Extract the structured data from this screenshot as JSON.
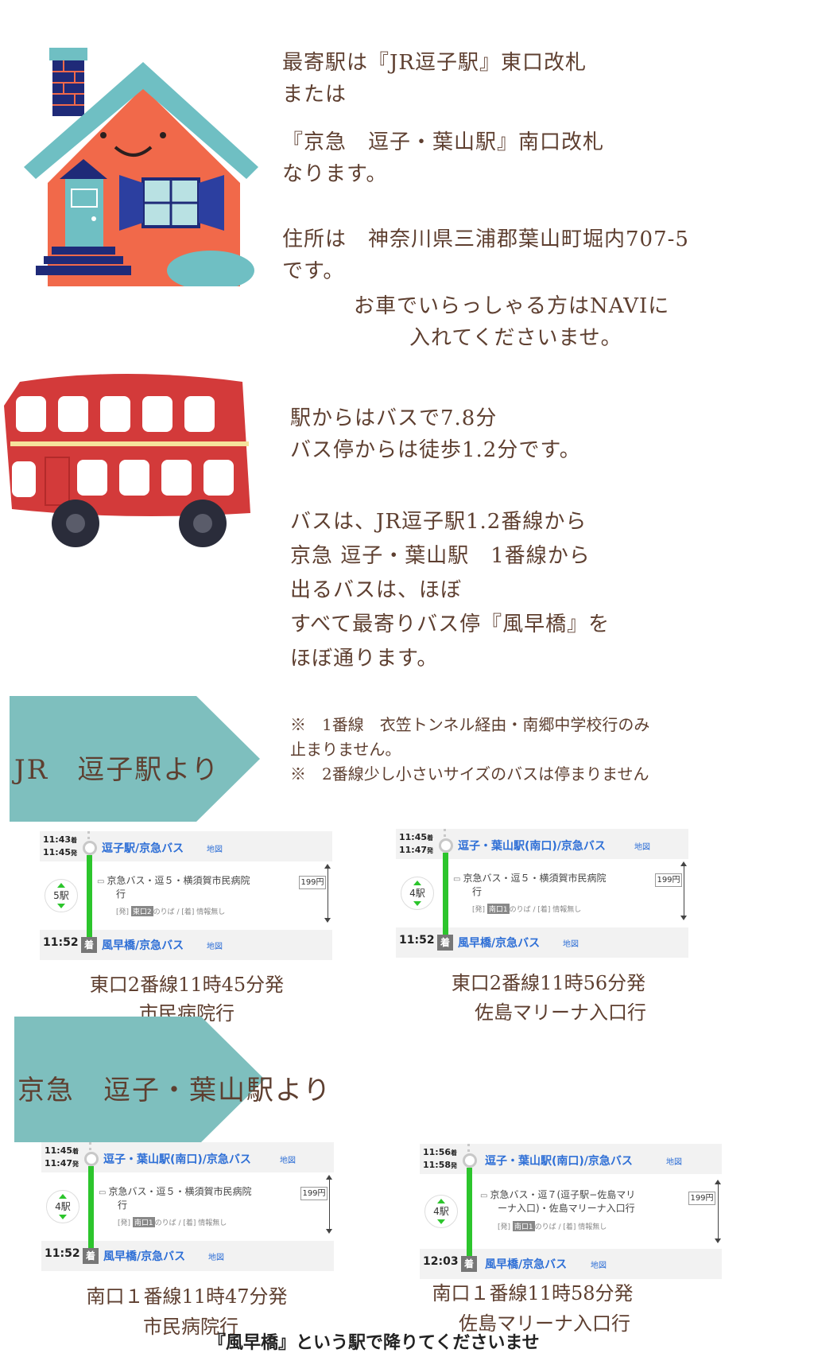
{
  "colors": {
    "banner": "#7ebfbe",
    "text": "#5e3f30",
    "bus_red": "#d33a3a",
    "house_orange": "#f1694a",
    "roof_teal": "#6fbfc3"
  },
  "intro": {
    "line1": "最寄駅は『JR逗子駅』東口改札",
    "line2": "または",
    "line3": "『京急　逗子・葉山駅』南口改札",
    "line4": "なります。",
    "line5": "住所は　神奈川県三浦郡葉山町堀内707-5",
    "line6": "です。",
    "line7": "お車でいらっしゃる方はNAVIに",
    "line8": "入れてくださいませ。"
  },
  "bus_info": {
    "line1": "駅からはバスで7.8分",
    "line2": "バス停からは徒歩1.2分です。",
    "line3": "バスは、JR逗子駅1.2番線から",
    "line4": "京急 逗子・葉山駅　1番線から",
    "line5": "出るバスは、ほぼ",
    "line6": "すべて最寄りバス停『風早橋』を",
    "line7": "ほぼ通ります。"
  },
  "notes": {
    "line1": "※　1番線　衣笠トンネル経由・南郷中学校行のみ",
    "line2": "止まりません。",
    "line3": "※　2番線少し小さいサイズのバスは停まりません"
  },
  "banner_jr": "JR　逗子駅より",
  "banner_keikyu": "京急　逗子・葉山駅より",
  "cards": [
    {
      "arr_time": "11:43",
      "arr_suffix": "着",
      "dep_time": "11:45",
      "dep_suffix": "発",
      "from": "逗子駅/京急バス",
      "map": "地図",
      "bus_line1": "京急バス・逗５・横須賀市民病院",
      "bus_line2": "行",
      "sub_pre": "[発]",
      "sub_tag": "東口2",
      "sub_post": "のりば / [着] 情報無し",
      "stops": "5駅",
      "fare": "199円",
      "end_time": "11:52",
      "end_mark": "着",
      "to": "風早橋/京急バス",
      "to_map": "地図"
    },
    {
      "arr_time": "11:45",
      "arr_suffix": "着",
      "dep_time": "11:47",
      "dep_suffix": "発",
      "from": "逗子・葉山駅(南口)/京急バス",
      "map": "地図",
      "bus_line1": "京急バス・逗５・横須賀市民病院",
      "bus_line2": "行",
      "sub_pre": "[発]",
      "sub_tag": "南口1",
      "sub_post": "のりば / [着] 情報無し",
      "stops": "4駅",
      "fare": "199円",
      "end_time": "11:52",
      "end_mark": "着",
      "to": "風早橋/京急バス",
      "to_map": "地図"
    },
    {
      "arr_time": "11:45",
      "arr_suffix": "着",
      "dep_time": "11:47",
      "dep_suffix": "発",
      "from": "逗子・葉山駅(南口)/京急バス",
      "map": "地図",
      "bus_line1": "京急バス・逗５・横須賀市民病院",
      "bus_line2": "行",
      "sub_pre": "[発]",
      "sub_tag": "南口1",
      "sub_post": "のりば / [着] 情報無し",
      "stops": "4駅",
      "fare": "199円",
      "end_time": "11:52",
      "end_mark": "着",
      "to": "風早橋/京急バス",
      "to_map": "地図"
    },
    {
      "arr_time": "11:56",
      "arr_suffix": "着",
      "dep_time": "11:58",
      "dep_suffix": "発",
      "from": "逗子・葉山駅(南口)/京急バス",
      "map": "地図",
      "bus_line1": "京急バス・逗７(逗子駅−佐島マリ",
      "bus_line2": "ーナ入口)・佐島マリーナ入口行",
      "sub_pre": "[発]",
      "sub_tag": "南口1",
      "sub_post": "のりば / [着] 情報無し",
      "stops": "4駅",
      "fare": "199円",
      "end_time": "12:03",
      "end_mark": "着",
      "to": "風早橋/京急バス",
      "to_map": "地図"
    }
  ],
  "captions": {
    "c1_line1": "東口2番線11時45分発",
    "c1_line2": "市民病院行",
    "c2_line1": "東口2番線11時56分発",
    "c2_line2": "佐島マリーナ入口行",
    "c3_line1": "南口１番線11時47分発",
    "c3_line2": "市民病院行",
    "c4_line1": "南口１番線11時58分発",
    "c4_line2": "佐島マリーナ入口行"
  },
  "footer": "『風早橋』という駅で降りてくださいませ"
}
